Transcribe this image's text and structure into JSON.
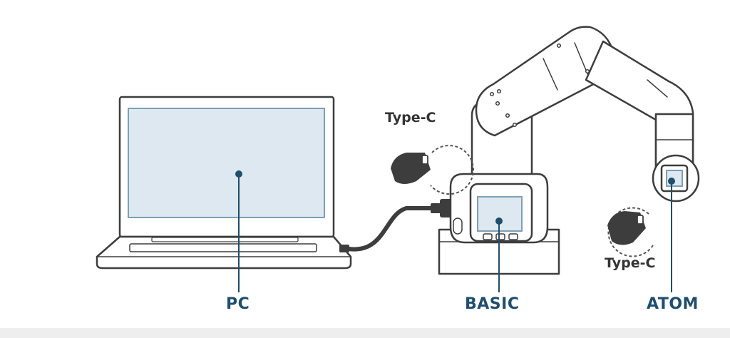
{
  "labels": {
    "pc": "PC",
    "basic": "BASIC",
    "atom": "ATOM",
    "type_c_basic": "Type-C",
    "type_c_atom": "Type-C"
  },
  "colors": {
    "line": "#3d3d3d",
    "screen": "#dde8f0",
    "screen_border": "#7f9fb5",
    "marker": "#1f4e6e",
    "label": "#1f4e6e",
    "port_label": "#333333",
    "footer_band": "#eeeeee"
  },
  "icons": [
    "laptop-icon",
    "robot-arm-icon",
    "basic-controller-icon",
    "atom-controller-icon",
    "type-c-connector-icon",
    "usb-cable-icon"
  ]
}
